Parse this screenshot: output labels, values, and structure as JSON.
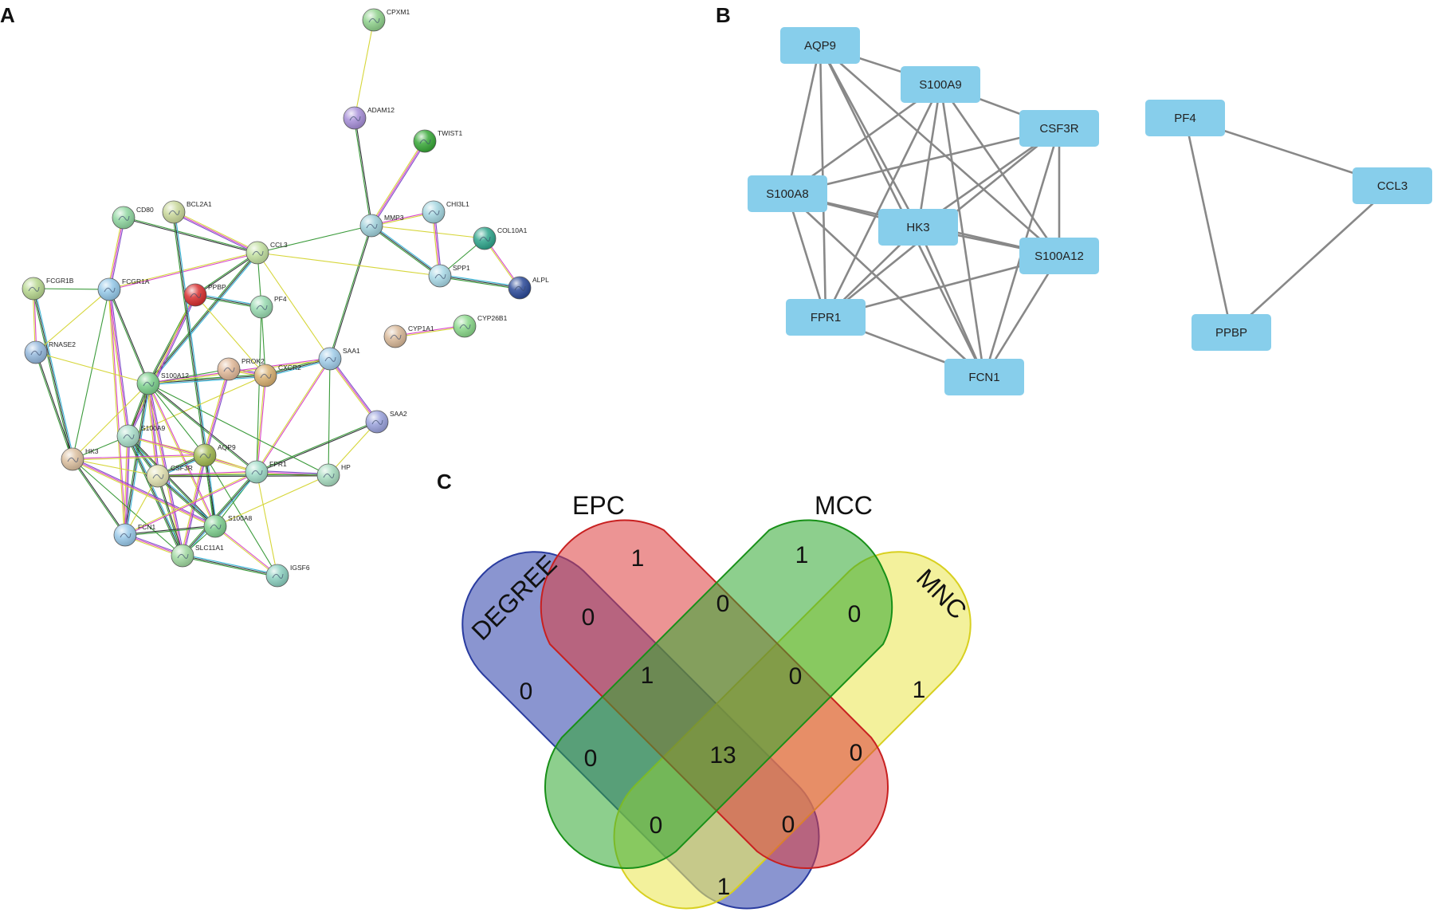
{
  "panels": {
    "a_label": "A",
    "b_label": "B",
    "c_label": "C"
  },
  "network_a": {
    "nodes": [
      {
        "id": "CPXM1",
        "color": "#8fd18c"
      },
      {
        "id": "ADAM12",
        "color": "#a78fd8"
      },
      {
        "id": "TWIST1",
        "color": "#38a838"
      },
      {
        "id": "CD80",
        "color": "#8fd6a0"
      },
      {
        "id": "BCL2A1",
        "color": "#c9d89a"
      },
      {
        "id": "MMP3",
        "color": "#9fd0da"
      },
      {
        "id": "CHI3L1",
        "color": "#a4d6e0"
      },
      {
        "id": "COL10A1",
        "color": "#2fa58c"
      },
      {
        "id": "CCL3",
        "color": "#c2e0a0"
      },
      {
        "id": "FCGR1B",
        "color": "#b8d890"
      },
      {
        "id": "FCGR1A",
        "color": "#94c8e8"
      },
      {
        "id": "SPP1",
        "color": "#a8d8e6"
      },
      {
        "id": "ALPL",
        "color": "#2c4a98"
      },
      {
        "id": "PPBP",
        "color": "#d83030"
      },
      {
        "id": "PF4",
        "color": "#98dab0"
      },
      {
        "id": "CYP1A1",
        "color": "#d8b898"
      },
      {
        "id": "CYP26B1",
        "color": "#8ad88a"
      },
      {
        "id": "RNASE2",
        "color": "#94b8dc"
      },
      {
        "id": "SAA1",
        "color": "#a0cce8"
      },
      {
        "id": "PROK2",
        "color": "#e0b898"
      },
      {
        "id": "CXCR2",
        "color": "#d8b070"
      },
      {
        "id": "S100A12",
        "color": "#7cd08c"
      },
      {
        "id": "SAA2",
        "color": "#9aa2dc"
      },
      {
        "id": "S100A9",
        "color": "#a8dcc8"
      },
      {
        "id": "HK3",
        "color": "#dcc0a0"
      },
      {
        "id": "AQP9",
        "color": "#a0b850"
      },
      {
        "id": "CSF3R",
        "color": "#e0e0b0"
      },
      {
        "id": "FPR1",
        "color": "#a0dcc8"
      },
      {
        "id": "HP",
        "color": "#a8dcc0"
      },
      {
        "id": "FCN1",
        "color": "#98c8e8"
      },
      {
        "id": "S100A8",
        "color": "#80d090"
      },
      {
        "id": "SLC11A1",
        "color": "#a0d8a0"
      },
      {
        "id": "IGSF6",
        "color": "#8cd0c0"
      }
    ],
    "edges": [
      [
        "CPXM1",
        "ADAM12"
      ],
      [
        "ADAM12",
        "MMP3"
      ],
      [
        "TWIST1",
        "MMP3"
      ],
      [
        "MMP3",
        "CCL3"
      ],
      [
        "MMP3",
        "CHI3L1"
      ],
      [
        "MMP3",
        "SPP1"
      ],
      [
        "MMP3",
        "COL10A1"
      ],
      [
        "MMP3",
        "SAA1"
      ],
      [
        "CHI3L1",
        "SPP1"
      ],
      [
        "COL10A1",
        "SPP1"
      ],
      [
        "COL10A1",
        "ALPL"
      ],
      [
        "SPP1",
        "ALPL"
      ],
      [
        "CCL3",
        "SPP1"
      ],
      [
        "CCL3",
        "CD80"
      ],
      [
        "CCL3",
        "BCL2A1"
      ],
      [
        "CCL3",
        "PF4"
      ],
      [
        "CCL3",
        "FCGR1A"
      ],
      [
        "CCL3",
        "S100A12"
      ],
      [
        "CCL3",
        "SAA1"
      ],
      [
        "CCL3",
        "PPBP"
      ],
      [
        "CD80",
        "FCGR1A"
      ],
      [
        "FCGR1B",
        "FCGR1A"
      ],
      [
        "FCGR1B",
        "RNASE2"
      ],
      [
        "FCGR1B",
        "HK3"
      ],
      [
        "FCGR1A",
        "RNASE2"
      ],
      [
        "FCGR1A",
        "S100A12"
      ],
      [
        "FCGR1A",
        "S100A9"
      ],
      [
        "FCGR1A",
        "HK3"
      ],
      [
        "FCGR1A",
        "FCN1"
      ],
      [
        "PPBP",
        "PF4"
      ],
      [
        "PPBP",
        "CXCR2"
      ],
      [
        "PPBP",
        "S100A12"
      ],
      [
        "PPBP",
        "S100A9"
      ],
      [
        "PF4",
        "CXCR2"
      ],
      [
        "CYP1A1",
        "CYP26B1"
      ],
      [
        "BCL2A1",
        "S100A8"
      ],
      [
        "RNASE2",
        "S100A12"
      ],
      [
        "RNASE2",
        "HK3"
      ],
      [
        "SAA1",
        "SAA2"
      ],
      [
        "SAA1",
        "HP"
      ],
      [
        "SAA1",
        "FPR1"
      ],
      [
        "SAA1",
        "CXCR2"
      ],
      [
        "SAA2",
        "HP"
      ],
      [
        "SAA2",
        "FPR1"
      ],
      [
        "PROK2",
        "CXCR2"
      ],
      [
        "PROK2",
        "S100A12"
      ],
      [
        "CXCR2",
        "FPR1"
      ],
      [
        "CXCR2",
        "S100A12"
      ],
      [
        "CXCR2",
        "S100A9"
      ],
      [
        "S100A12",
        "S100A9"
      ],
      [
        "S100A12",
        "CSF3R"
      ],
      [
        "S100A12",
        "AQP9"
      ],
      [
        "S100A12",
        "S100A8"
      ],
      [
        "S100A12",
        "FCN1"
      ],
      [
        "S100A12",
        "HK3"
      ],
      [
        "S100A12",
        "FPR1"
      ],
      [
        "S100A12",
        "SLC11A1"
      ],
      [
        "S100A12",
        "HP"
      ],
      [
        "S100A12",
        "SAA1"
      ],
      [
        "S100A9",
        "CSF3R"
      ],
      [
        "S100A9",
        "AQP9"
      ],
      [
        "S100A9",
        "S100A8"
      ],
      [
        "S100A9",
        "FCN1"
      ],
      [
        "S100A9",
        "HK3"
      ],
      [
        "S100A9",
        "FPR1"
      ],
      [
        "S100A9",
        "SLC11A1"
      ],
      [
        "HK3",
        "CSF3R"
      ],
      [
        "HK3",
        "FCN1"
      ],
      [
        "HK3",
        "S100A8"
      ],
      [
        "HK3",
        "SLC11A1"
      ],
      [
        "HK3",
        "AQP9"
      ],
      [
        "AQP9",
        "CSF3R"
      ],
      [
        "AQP9",
        "FPR1"
      ],
      [
        "AQP9",
        "S100A8"
      ],
      [
        "AQP9",
        "SLC11A1"
      ],
      [
        "AQP9",
        "IGSF6"
      ],
      [
        "CSF3R",
        "FPR1"
      ],
      [
        "CSF3R",
        "S100A8"
      ],
      [
        "CSF3R",
        "FCN1"
      ],
      [
        "CSF3R",
        "SLC11A1"
      ],
      [
        "FPR1",
        "HP"
      ],
      [
        "FPR1",
        "S100A8"
      ],
      [
        "FPR1",
        "FCN1"
      ],
      [
        "FPR1",
        "SLC11A1"
      ],
      [
        "FPR1",
        "IGSF6"
      ],
      [
        "FCN1",
        "S100A8"
      ],
      [
        "FCN1",
        "SLC11A1"
      ],
      [
        "S100A8",
        "SLC11A1"
      ],
      [
        "S100A8",
        "IGSF6"
      ],
      [
        "SLC11A1",
        "IGSF6"
      ],
      [
        "HP",
        "S100A8"
      ],
      [
        "HP",
        "CSF3R"
      ],
      [
        "PROK2",
        "AQP9"
      ],
      [
        "PF4",
        "FPR1"
      ]
    ]
  },
  "network_b": {
    "node_color": "#87ceeb",
    "edge_color": "#888888",
    "nodes": [
      {
        "id": "AQP9"
      },
      {
        "id": "S100A9"
      },
      {
        "id": "CSF3R"
      },
      {
        "id": "S100A8"
      },
      {
        "id": "HK3"
      },
      {
        "id": "S100A12"
      },
      {
        "id": "FPR1"
      },
      {
        "id": "FCN1"
      },
      {
        "id": "PF4"
      },
      {
        "id": "CCL3"
      },
      {
        "id": "PPBP"
      }
    ],
    "edges": [
      [
        "AQP9",
        "S100A9"
      ],
      [
        "AQP9",
        "S100A8"
      ],
      [
        "AQP9",
        "HK3"
      ],
      [
        "AQP9",
        "S100A12"
      ],
      [
        "AQP9",
        "FPR1"
      ],
      [
        "AQP9",
        "FCN1"
      ],
      [
        "S100A9",
        "CSF3R"
      ],
      [
        "S100A9",
        "S100A8"
      ],
      [
        "S100A9",
        "HK3"
      ],
      [
        "S100A9",
        "S100A12"
      ],
      [
        "S100A9",
        "FPR1"
      ],
      [
        "S100A9",
        "FCN1"
      ],
      [
        "CSF3R",
        "S100A8"
      ],
      [
        "CSF3R",
        "HK3"
      ],
      [
        "CSF3R",
        "S100A12"
      ],
      [
        "CSF3R",
        "FPR1"
      ],
      [
        "CSF3R",
        "FCN1"
      ],
      [
        "S100A8",
        "HK3"
      ],
      [
        "S100A8",
        "S100A12"
      ],
      [
        "S100A8",
        "FPR1"
      ],
      [
        "S100A8",
        "FCN1"
      ],
      [
        "HK3",
        "S100A12"
      ],
      [
        "HK3",
        "FPR1"
      ],
      [
        "HK3",
        "FCN1"
      ],
      [
        "S100A12",
        "FPR1"
      ],
      [
        "S100A12",
        "FCN1"
      ],
      [
        "FPR1",
        "FCN1"
      ],
      [
        "PF4",
        "CCL3"
      ],
      [
        "PF4",
        "PPBP"
      ],
      [
        "CCL3",
        "PPBP"
      ]
    ]
  },
  "venn": {
    "sets": [
      {
        "name": "DEGREE",
        "color": "#3c4fb0"
      },
      {
        "name": "EPC",
        "color": "#dc3c3c"
      },
      {
        "name": "MCC",
        "color": "#30a830"
      },
      {
        "name": "MNC",
        "color": "#e8e040"
      }
    ],
    "counts": {
      "degree_only": "0",
      "epc_only": "1",
      "mcc_only": "1",
      "mnc_only": "1",
      "degree_epc": "0",
      "epc_mcc": "0",
      "mcc_mnc": "0",
      "degree_epc_mcc": "1",
      "epc_mcc_mnc": "0",
      "degree_mcc": "0",
      "all_four": "13",
      "epc_mnc": "0",
      "degree_mcc_mnc": "0",
      "degree_epc_mnc": "0",
      "degree_mnc": "1"
    }
  }
}
